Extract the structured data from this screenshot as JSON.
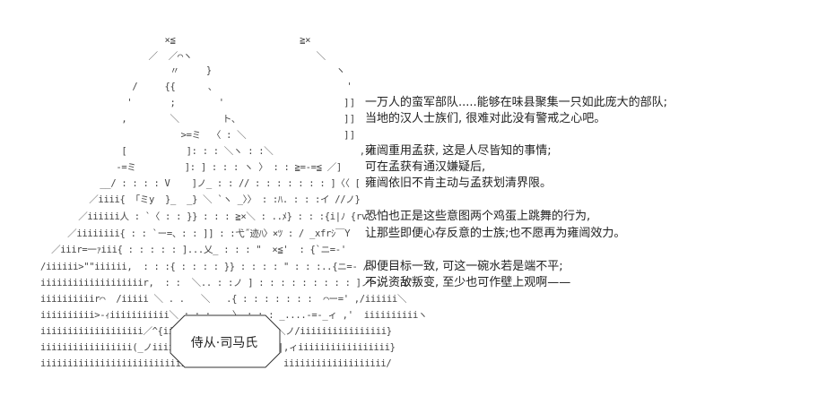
{
  "art": {
    "lines": [
      "                         ×≦                       ≧×",
      "                      ／  ／⌒ヽ                       ＼",
      "                          〃     }                       ヽ",
      "                   /     {{      、                        '",
      "                  '       ;        '",
      "                 ,        ＼        ト、",
      "                            >=ミ  〈 : ＼",
      "                 [           ]: : : ＼ヽ : :＼                ,ノ",
      "                -=ミ         ]: ] : : : ヽ 〉 : : ≧=-=≦ ／]",
      "             __/ : : : : V    ]ノ_ : : // : : : : : : : ]〈〈 [",
      "           ／iiii{ 「ミy  }_  _} ＼ `ヽ _〉〉 : :ﾊ. : : :イ //ノ}",
      "         ／iiiiii人 : `〈 : : }} : : : ≧×＼ : ..ﾒ} : : :{i|ﾉ {rv'",
      "       ／iiiiiiii{ : : `ー=、: : ]] : :弋˝迹ﾊ〉×ﾂ : / _xfrｼ￣Y",
      "    ／iiir=一ｧiii{ : : : : : ]...乂_ : : : \"  ×≦'  : {`ニ=-'",
      "  /iiiiii>\"\"iiiiii,  : : :{ : : : : }} : : : : \" : : :..{ニ=- /ヽ",
      "  iiiiiiiiiiiiiiiiiiir,  : :  ＼.. : :ノ ] : : : : : : : : : ]ノ=,  ' i',",
      "  iiiiiiiiiir⌒  /iiiii ＼ . .   ＼   .{ : : : : : : :  ⌒ー=' ,/iiiiii＼",
      "  iiiiiiiiii>-ｨiiiiiiiiiii＼ : : : .  〉 : : : _....-=-_ィ ,'  iiiiiiiiiiヽ"
    ],
    "bottom_left": [
      "  iiiiiiiiiiiiiiiiiii／^{iiiiii",
      "  iiiiiiiiiiiiiiiii(_ノiiiiiiii|",
      "  iiiiiiiiiiiiiiiiiiiiiiiiiiii"
    ],
    "bottom_right": [
      "＼ノ/iiiiiiiiiiiiiiii}",
      "|,ィiiiiiiiiiiiiiiiii}",
      " iiiiiiiiiiiiiiiiiii/"
    ],
    "brackets": [
      "]]",
      "]]",
      "]]"
    ]
  },
  "speaker_label": "侍从·司马氏",
  "narration": [
    "一万人的蛮军部队.....能够在味县聚集一只如此庞大的部队;",
    "当地的汉人士族们, 很难对此没有警戒之心吧。",
    "雍闿重用孟获, 这是人尽皆知的事情;",
    "可在孟获有通汉嫌疑后,",
    "雍闿依旧不肯主动与孟获划清界限。",
    "恐怕也正是这些意图两个鸡蛋上跳舞的行为,",
    "让那些即便心存反意的士族;也不愿再为雍闿效力。",
    "即便目标一致, 可这一碗水若是端不平;",
    "不说资敌叛变, 至少也可作壁上观啊——"
  ]
}
